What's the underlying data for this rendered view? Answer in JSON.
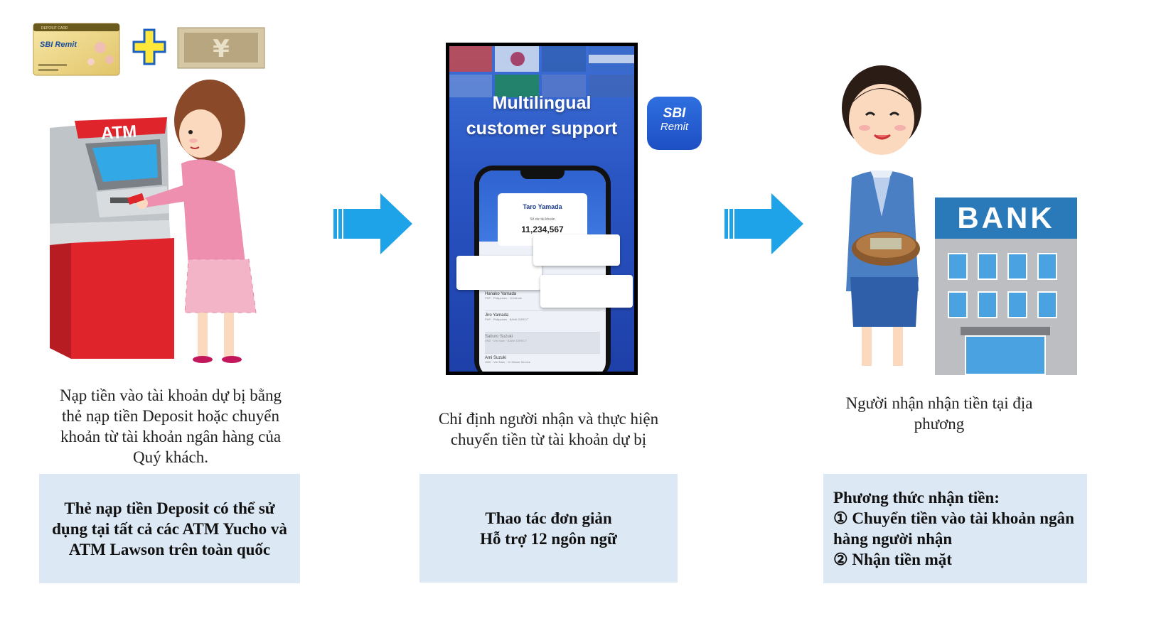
{
  "step1": {
    "description": [
      "Nạp tiền vào tài khoản dự bị bằng",
      "thẻ nạp tiền Deposit hoặc chuyển",
      "khoản từ tài khoản ngân hàng của",
      "Quý khách."
    ],
    "note": [
      "Thẻ nạp tiền Deposit có thể sử",
      "dụng tại tất cả các ATM Yucho và",
      "ATM Lawson trên toàn quốc"
    ],
    "atm_label": "ATM",
    "card_brand": "SBI Remit",
    "card_header": "DEPOSIT CARD",
    "yen_symbol": "¥"
  },
  "step2": {
    "description": [
      "Chỉ định người nhận và thực hiện",
      "chuyển tiền từ tài khoản dự bị"
    ],
    "note": [
      "Thao tác đơn giản",
      "Hỗ trợ 12 ngôn ngữ"
    ],
    "promo_title": [
      "Multilingual",
      "customer support"
    ],
    "app_icon": {
      "line1": "SBI",
      "line2": "Remit"
    },
    "phone": {
      "account_name": "Taro Yamada",
      "balance_label": "Số dư tài khoản",
      "balance": "11,234,567",
      "recipients": [
        {
          "name": "Hanako Yamada",
          "detail": "PHP · Philippines · 10 Minute"
        },
        {
          "name": "Jiro Yamada",
          "detail": "PHP · Philippines · BANK DIRECT"
        },
        {
          "name": "Saburo Suzuki",
          "detail": "VND · Viet Nam · BANK DIRECT"
        },
        {
          "name": "Ami Suzuki",
          "detail": "USD · Viet Nam · 10 Minute Service"
        }
      ]
    }
  },
  "step3": {
    "description": [
      "Người nhận nhận tiền tại địa",
      "phương"
    ],
    "note": [
      "Phương thức nhận tiền:",
      "① Chuyển tiền vào tài khoản ngân",
      "hàng người nhận",
      "② Nhận tiền mặt"
    ],
    "bank_label": "BANK"
  },
  "colors": {
    "arrow": "#1fa3e8",
    "note_bg": "#dce8f4",
    "atm_red": "#e0242c",
    "bank_blue": "#2a79b8"
  }
}
